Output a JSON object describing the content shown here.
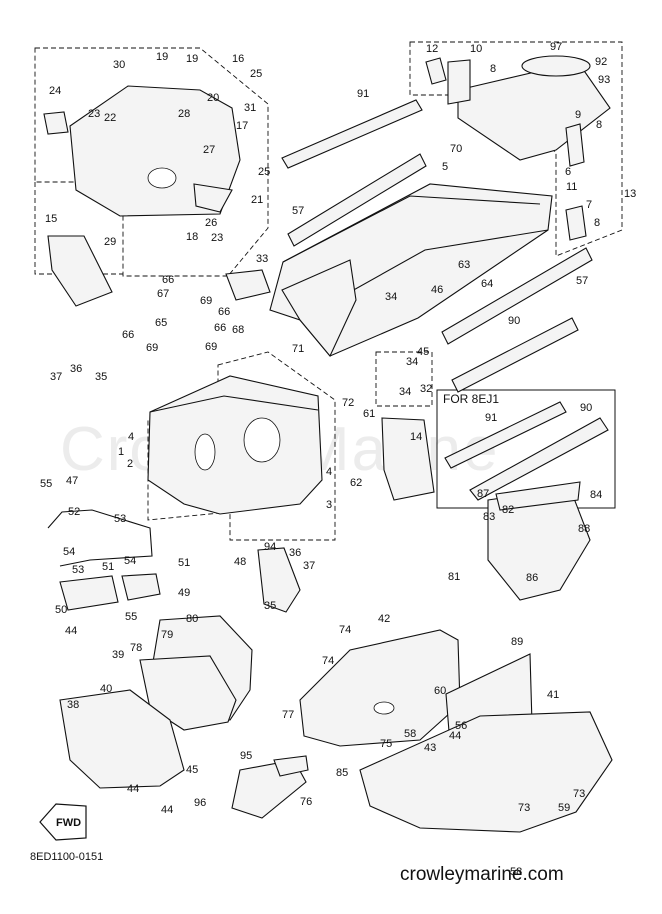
{
  "watermark": "CrowleyMarine",
  "diagram_code": "8ED1100-0151",
  "brand": "crowleymarine.com",
  "inset_title": "FOR 8EJ1",
  "fwd_label": "FWD",
  "callouts": [
    "1",
    "2",
    "3",
    "4",
    "4",
    "5",
    "6",
    "7",
    "8",
    "8",
    "8",
    "9",
    "10",
    "11",
    "12",
    "13",
    "14",
    "15",
    "16",
    "17",
    "18",
    "19",
    "19",
    "20",
    "21",
    "22",
    "23",
    "23",
    "24",
    "25",
    "25",
    "26",
    "27",
    "28",
    "29",
    "30",
    "31",
    "32",
    "33",
    "34",
    "34",
    "34",
    "35",
    "35",
    "36",
    "36",
    "37",
    "37",
    "38",
    "39",
    "40",
    "41",
    "42",
    "43",
    "44",
    "44",
    "44",
    "44",
    "45",
    "45",
    "46",
    "47",
    "48",
    "49",
    "50",
    "51",
    "51",
    "52",
    "53",
    "53",
    "54",
    "54",
    "55",
    "55",
    "56",
    "57",
    "57",
    "58",
    "58",
    "59",
    "60",
    "61",
    "62",
    "63",
    "64",
    "65",
    "66",
    "66",
    "66",
    "66",
    "67",
    "68",
    "69",
    "69",
    "69",
    "70",
    "71",
    "72",
    "73",
    "73",
    "74",
    "74",
    "75",
    "76",
    "77",
    "78",
    "79",
    "80",
    "81",
    "82",
    "83",
    "84",
    "85",
    "86",
    "87",
    "88",
    "89",
    "90",
    "90",
    "91",
    "91",
    "92",
    "93",
    "94",
    "95",
    "96",
    "97"
  ]
}
